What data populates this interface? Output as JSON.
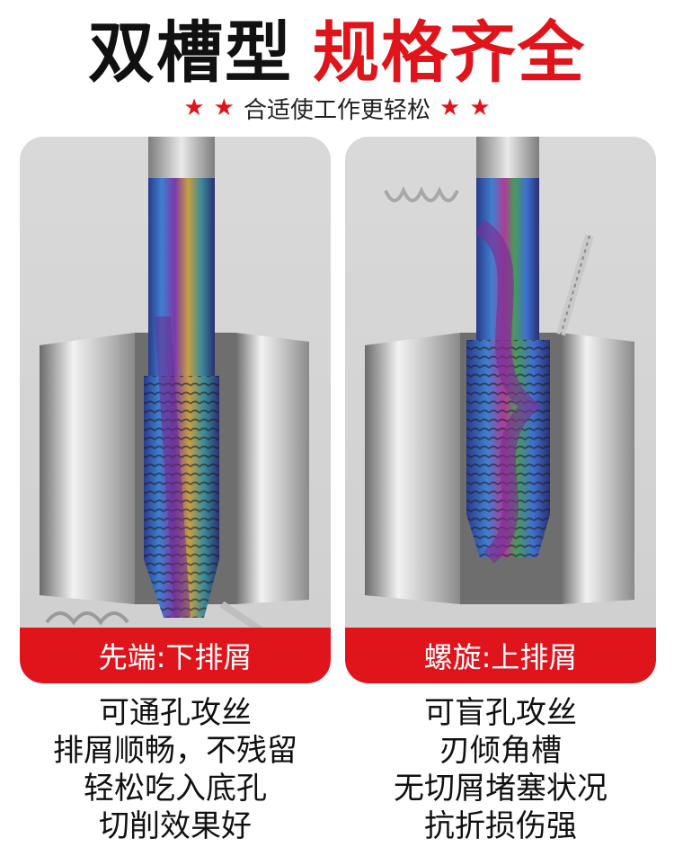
{
  "headline": {
    "left": "双槽型",
    "right": "规格齐全"
  },
  "subline": {
    "text": "合适使工作更轻松",
    "star": "★"
  },
  "panels": [
    {
      "caption": "先端:下排屑",
      "lines": [
        "可通孔攻丝",
        "排屑顺畅，不残留",
        "轻松吃入底孔",
        "切削效果好"
      ]
    },
    {
      "caption": "螺旋:上排屑",
      "lines": [
        "可盲孔攻丝",
        "刃倾角槽",
        "无切屑堵塞状况",
        "抗折损伤强"
      ]
    }
  ],
  "colors": {
    "accent": "#e0141b",
    "text": "#111111"
  }
}
